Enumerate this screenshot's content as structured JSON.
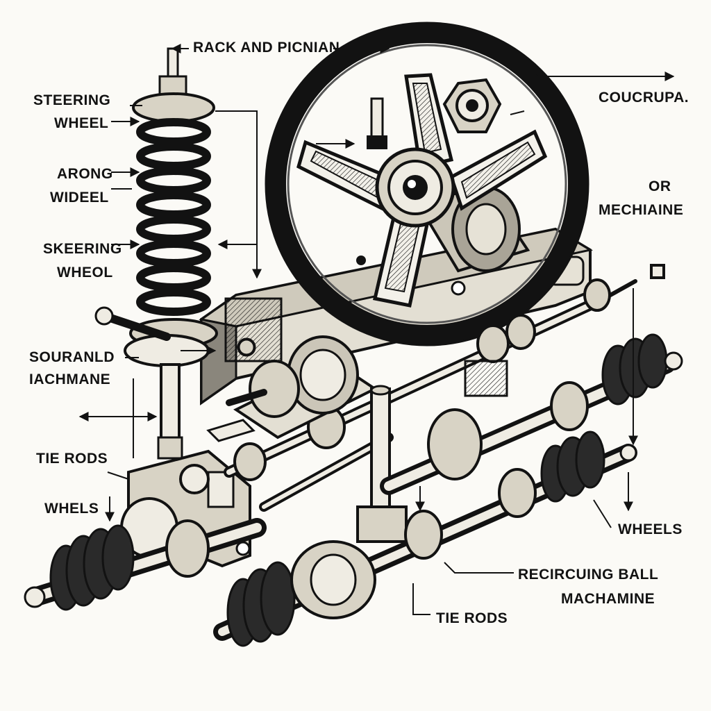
{
  "labels": {
    "rack_and_pinion": "RACK AND PICNIAN",
    "coucrupa": "COUCRUPA.",
    "steering_wheel_1": "STEERING",
    "steering_wheel_2": "WHEEL",
    "arong_wideel_1": "ARONG",
    "arong_wideel_2": "WIDEEL",
    "or_mechiaine_1": "OR",
    "or_mechiaine_2": "MECHIAINE",
    "skeering_wheol_1": "SKEERING",
    "skeering_wheol_2": "WHEOL",
    "souranld_1": "SOURANLD",
    "souranld_2": "IACHMANE",
    "tie_rods_left": "TIE RODS",
    "whels": "WHELS",
    "wheels_right": "WHEELS",
    "recircuing_1": "RECIRCUING BALL",
    "recircuing_2": "MACHAMINE",
    "tie_rods_bottom": "TIE RODS"
  },
  "colors": {
    "ink": "#121212",
    "paper": "#fbfaf6",
    "metal": "#d9d5c9"
  }
}
